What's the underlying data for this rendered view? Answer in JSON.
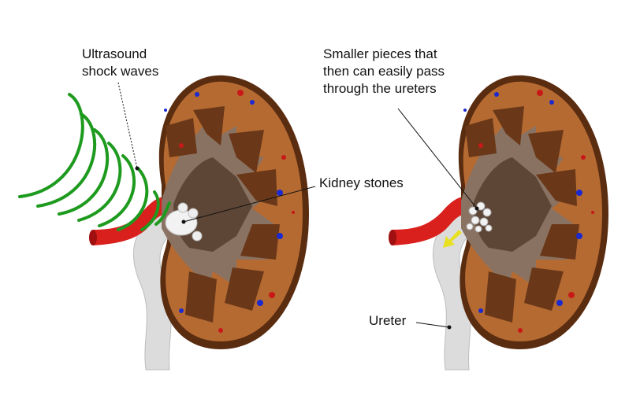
{
  "labels": {
    "ultrasound": "Ultrasound\nshock waves",
    "kidney_stones": "Kidney stones",
    "smaller_pieces": "Smaller pieces that\nthen can easily pass\nthrough the ureters",
    "ureter": "Ureter"
  },
  "colors": {
    "waves": "#1e9a1e",
    "artery": "#d9201c",
    "cortex": "#b56a32",
    "capsule": "#5a2c10",
    "pyramid": "#6a3818",
    "pelvis": "#8a7262",
    "ureter": "#dcdcdc",
    "arrow": "#e8e020"
  }
}
